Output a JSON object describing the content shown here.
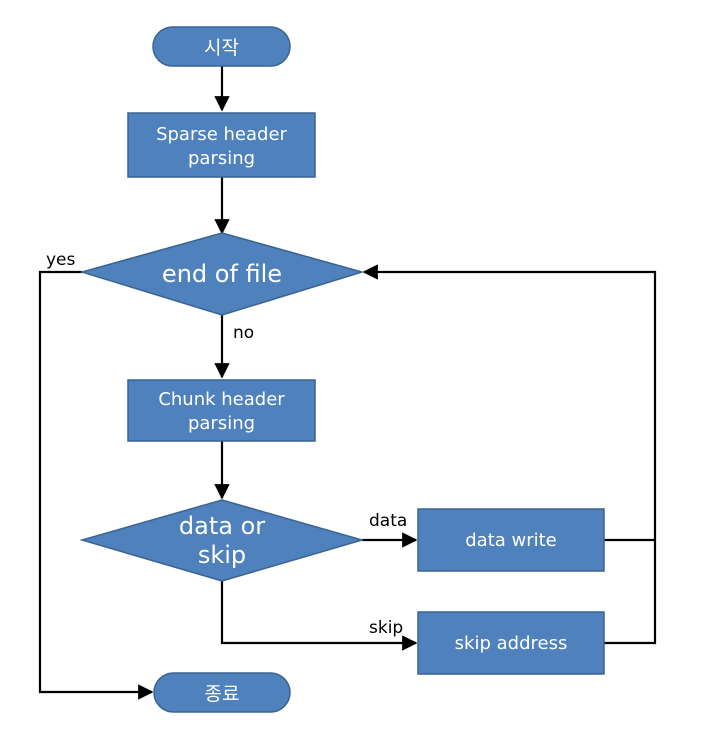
{
  "colors": {
    "node_fill": "#4f81bd",
    "node_stroke": "#3a6391",
    "node_text": "#ffffff",
    "edge": "#000000"
  },
  "nodes": {
    "start": {
      "label": "시작"
    },
    "sparse_header": {
      "line1": "Sparse header",
      "line2": "parsing"
    },
    "end_of_file": {
      "label": "end of file"
    },
    "chunk_header": {
      "line1": "Chunk header",
      "line2": "parsing"
    },
    "data_or_skip": {
      "line1": "data or",
      "line2": "skip"
    },
    "data_write": {
      "label": "data write"
    },
    "skip_address": {
      "label": "skip address"
    },
    "end": {
      "label": "종료"
    }
  },
  "edge_labels": {
    "yes": "yes",
    "no": "no",
    "data": "data",
    "skip": "skip"
  }
}
